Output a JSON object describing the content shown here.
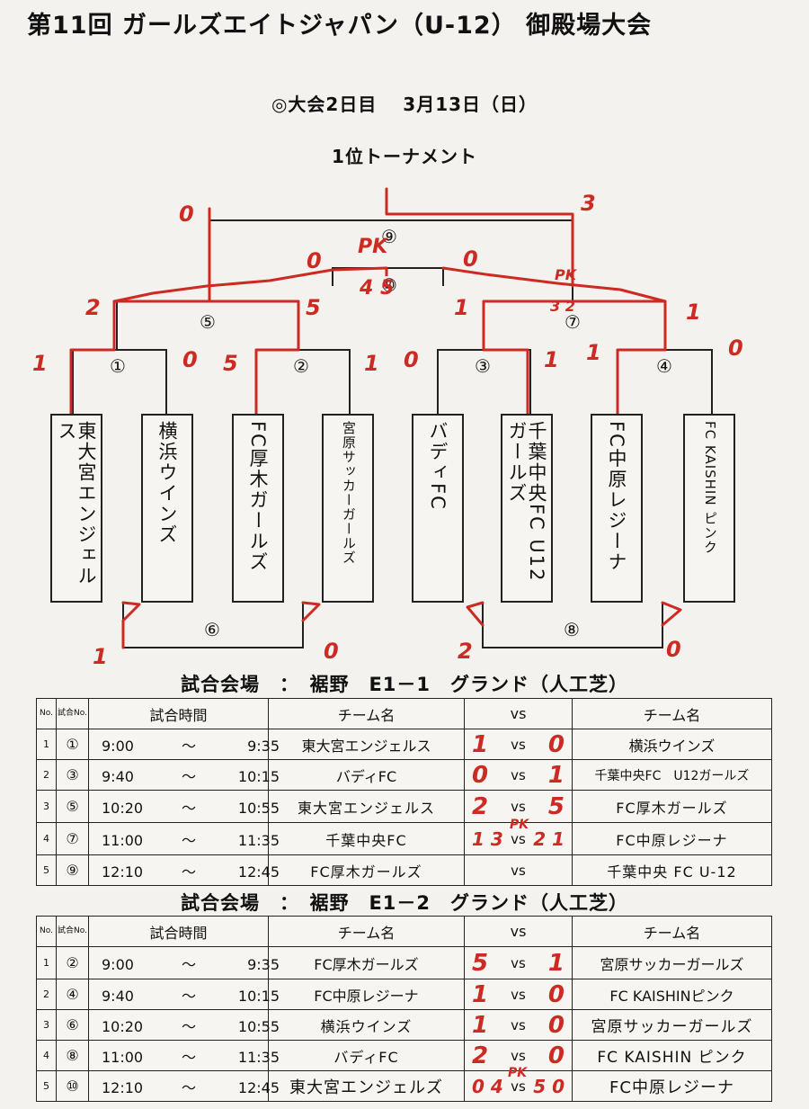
{
  "title": "第11回 ガールズエイトジャパン（U-12） 御殿場大会",
  "day_line": "◎大会2日目　 3月13日（日）",
  "tournament_type": "1位トーナメント",
  "bracket": {
    "teams": [
      {
        "name": "東大宮エンジェルス"
      },
      {
        "name": "横浜ウインズ"
      },
      {
        "name": "FC厚木ガールズ"
      },
      {
        "name": "宮原サッカーガールズ"
      },
      {
        "name": "バディFC"
      },
      {
        "name": "千葉中央FC U12ガールズ"
      },
      {
        "name": "FC中原レジーナ"
      },
      {
        "name": "FC KAISHIN ピンク"
      }
    ],
    "match_labels": {
      "m1": "①",
      "m2": "②",
      "m3": "③",
      "m4": "④",
      "m5": "⑤",
      "m6": "⑥",
      "m7": "⑦",
      "m8": "⑧",
      "m9": "⑨",
      "m10": "⑩"
    },
    "handwritten_scores": {
      "m1_left": "1",
      "m1_right": "0",
      "m2_left": "5",
      "m2_right": "1",
      "m3_left": "0",
      "m3_right": "1",
      "m4_left": "1",
      "m4_right": "0",
      "m5_left": "2",
      "m5_right": "5",
      "m7_left": "1",
      "m7_right": "1",
      "m7_pk": "PK",
      "m7_pk_score": "3 2",
      "m9_left": "0",
      "m9_right": "3",
      "m10_left": "0",
      "m10_right": "0",
      "m10_pk": "PK",
      "m10_pk_score": "4 5",
      "m6_left": "1",
      "m6_right": "0",
      "m8_left": "2",
      "m8_right": "0"
    }
  },
  "venue1": {
    "title": "試合会場　：　裾野　E1－1　グランド（人工芝）",
    "headers": {
      "no": "No.",
      "match_no": "試合No.",
      "time": "試合時間",
      "team1": "チーム名",
      "vs": "vs",
      "team2": "チーム名"
    },
    "rows": [
      {
        "no": "1",
        "match": "①",
        "start": "9:00",
        "tilde": "～",
        "end": "9:35",
        "team1": "東大宮エンジェルス",
        "s1": "1",
        "vs": "vs",
        "s2": "0",
        "team2": "横浜ウインズ",
        "pk": ""
      },
      {
        "no": "2",
        "match": "③",
        "start": "9:40",
        "tilde": "～",
        "end": "10:15",
        "team1": "バディFC",
        "s1": "0",
        "vs": "vs",
        "s2": "1",
        "team2": "千葉中央FC　U12ガールズ",
        "pk": ""
      },
      {
        "no": "3",
        "match": "⑤",
        "start": "10:20",
        "tilde": "～",
        "end": "10:55",
        "team1": "東大宮エンジェルス",
        "s1": "2",
        "vs": "vs",
        "s2": "5",
        "team2": "FC厚木ガールズ",
        "pk": ""
      },
      {
        "no": "4",
        "match": "⑦",
        "start": "11:00",
        "tilde": "～",
        "end": "11:35",
        "team1": "千葉中央FC",
        "s1": "1 3",
        "vs": "vs",
        "s2": "2 1",
        "team2": "FC中原レジーナ",
        "pk": "PK"
      },
      {
        "no": "5",
        "match": "⑨",
        "start": "12:10",
        "tilde": "～",
        "end": "12:45",
        "team1": "FC厚木ガールズ",
        "s1": "",
        "vs": "vs",
        "s2": "",
        "team2": "千葉中央 FC U-12",
        "pk": ""
      }
    ]
  },
  "venue2": {
    "title": "試合会場　：　裾野　E1－2　グランド（人工芝）",
    "headers": {
      "no": "No.",
      "match_no": "試合No.",
      "time": "試合時間",
      "team1": "チーム名",
      "vs": "vs",
      "team2": "チーム名"
    },
    "rows": [
      {
        "no": "1",
        "match": "②",
        "start": "9:00",
        "tilde": "～",
        "end": "9:35",
        "team1": "FC厚木ガールズ",
        "s1": "5",
        "vs": "vs",
        "s2": "1",
        "team2": "宮原サッカーガールズ",
        "pk": ""
      },
      {
        "no": "2",
        "match": "④",
        "start": "9:40",
        "tilde": "～",
        "end": "10:15",
        "team1": "FC中原レジーナ",
        "s1": "1",
        "vs": "vs",
        "s2": "0",
        "team2": "FC KAISHINピンク",
        "pk": ""
      },
      {
        "no": "3",
        "match": "⑥",
        "start": "10:20",
        "tilde": "～",
        "end": "10:55",
        "team1": "横浜ウインズ",
        "s1": "1",
        "vs": "vs",
        "s2": "0",
        "team2": "宮原サッカーガールズ",
        "pk": ""
      },
      {
        "no": "4",
        "match": "⑧",
        "start": "11:00",
        "tilde": "～",
        "end": "11:35",
        "team1": "バディFC",
        "s1": "2",
        "vs": "vs",
        "s2": "0",
        "team2": "FC KAISHIN ピンク",
        "pk": ""
      },
      {
        "no": "5",
        "match": "⑩",
        "start": "12:10",
        "tilde": "～",
        "end": "12:45",
        "team1": "東大宮エンジェルズ",
        "s1": "0 4",
        "vs": "vs",
        "s2": "5 0",
        "team2": "FC中原レジーナ",
        "pk": "PK"
      }
    ]
  },
  "colors": {
    "ink": "#111111",
    "handwriting_red": "#cc2a22",
    "paper": "#f3f2ef"
  }
}
